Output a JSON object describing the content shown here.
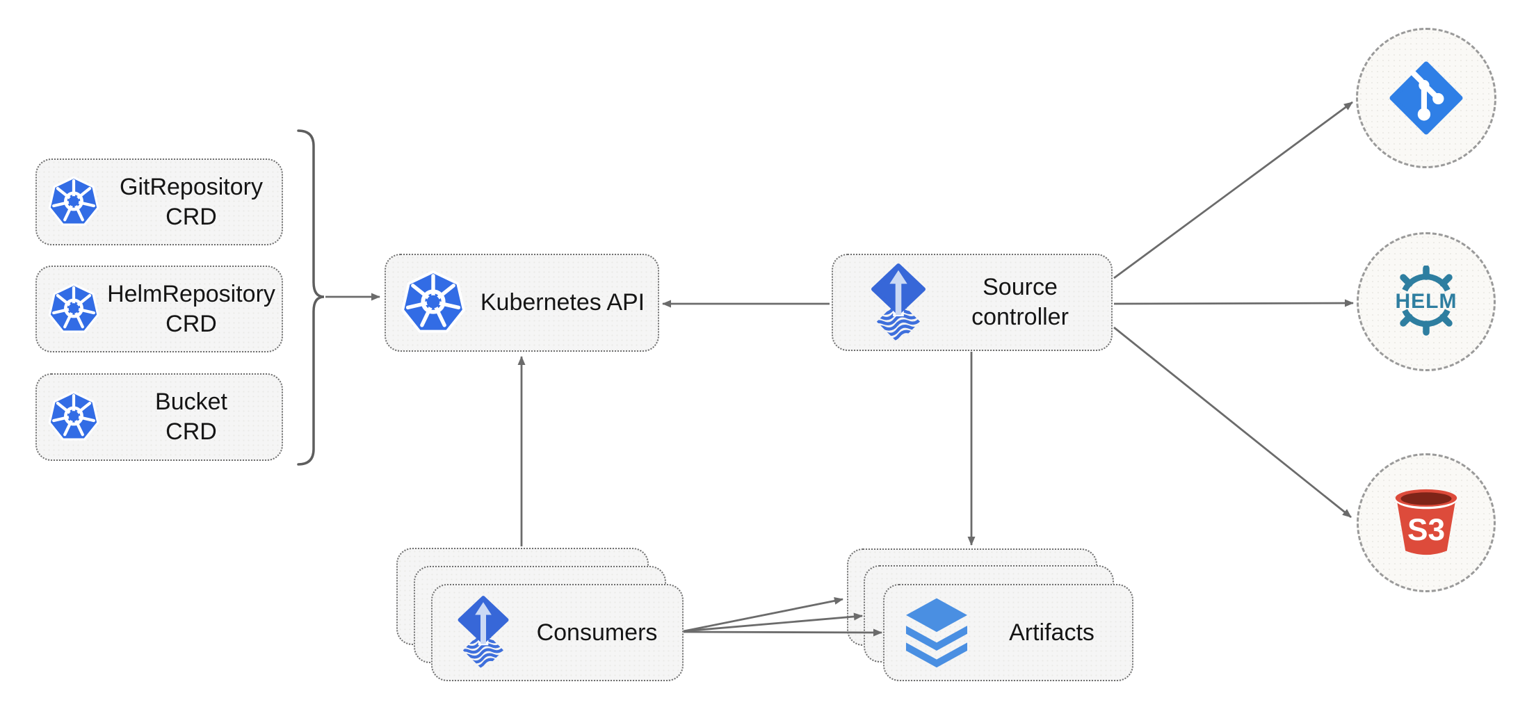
{
  "nodes": {
    "crd_boxes": [
      {
        "line1": "GitRepository",
        "line2": "CRD"
      },
      {
        "line1": "HelmRepository",
        "line2": "CRD"
      },
      {
        "line1": "Bucket",
        "line2": "CRD"
      }
    ],
    "kubernetes_api": {
      "label": "Kubernetes API"
    },
    "source_controller": {
      "line1": "Source",
      "line2": "controller"
    },
    "consumers": {
      "label": "Consumers"
    },
    "artifacts": {
      "label": "Artifacts"
    },
    "helm": {
      "text": "HELM"
    },
    "s3": {
      "text": "S3"
    }
  },
  "icons": {
    "kubernetes": "kubernetes-wheel-icon",
    "flux": "flux-source-icon",
    "git": "git-branch-icon",
    "helm": "helm-wheel-icon",
    "s3": "s3-bucket-icon",
    "layers": "layers-stack-icon"
  },
  "colors": {
    "kubernetes_blue": "#326CE5",
    "flux_blue": "#3767D8",
    "flux_stripe_blue": "#3E6FDC",
    "flux_arrow_light": "#CBD9F4",
    "git_blue": "#2F7FE6",
    "helm_teal": "#2E7EA0",
    "s3_red": "#DD4B3B",
    "s3_dark_red": "#7E2418",
    "layers_blue": "#4A8FE2",
    "arrow_gray": "#6B6B6B",
    "box_fill": "#F5F5F5"
  }
}
